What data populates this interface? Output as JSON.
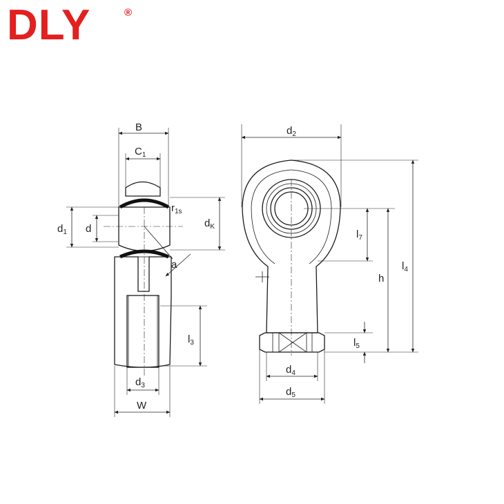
{
  "brand": {
    "logo_text": "DLY",
    "registered_mark": "®",
    "logo_color": "#e3201f"
  },
  "labels": {
    "B": "B",
    "C1": {
      "base": "C",
      "sub": "1"
    },
    "r1s": {
      "base": "r",
      "sub": "1s"
    },
    "d1": {
      "base": "d",
      "sub": "1"
    },
    "d": "d",
    "dK": {
      "base": "d",
      "sub": "K"
    },
    "a": "a",
    "l3": {
      "base": "l",
      "sub": "3"
    },
    "d3": {
      "base": "d",
      "sub": "3"
    },
    "W": "W",
    "d2": {
      "base": "d",
      "sub": "2"
    },
    "l7": {
      "base": "l",
      "sub": "7"
    },
    "h": "h",
    "l4": {
      "base": "l",
      "sub": "4"
    },
    "l5": {
      "base": "l",
      "sub": "5"
    },
    "d4": {
      "base": "d",
      "sub": "4"
    },
    "d5": {
      "base": "d",
      "sub": "5"
    }
  }
}
